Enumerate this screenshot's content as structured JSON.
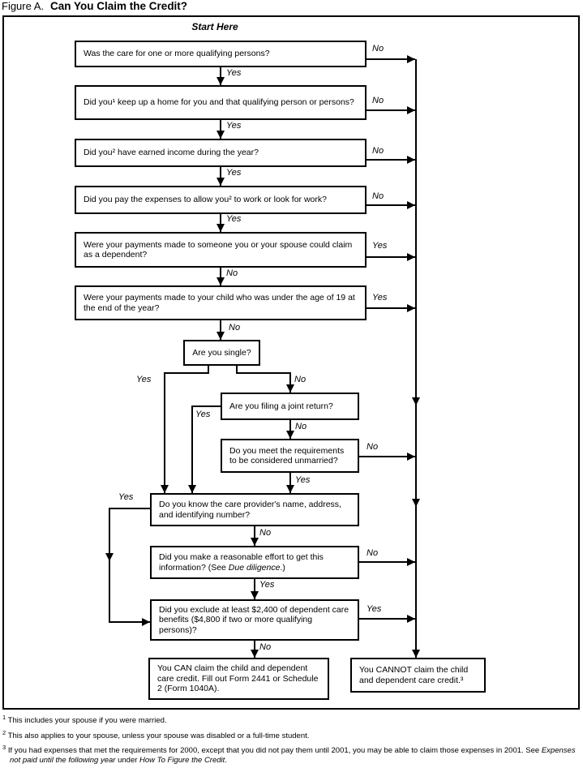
{
  "title": {
    "figure_label": "Figure A.",
    "heading": "Can You Claim the Credit?"
  },
  "start_here": "Start Here",
  "labels": {
    "yes": "Yes",
    "no": "No"
  },
  "boxes": {
    "q_qualifying": "Was the care for one or more qualifying persons?",
    "q_home": "Did you¹ keep up a home for you and that qualifying person or persons?",
    "q_income": "Did you² have earned income during the year?",
    "q_expenses": "Did you pay the expenses to allow you² to work or look for work?",
    "q_dependent": "Were your payments made to someone you or your spouse could claim as a dependent?",
    "q_child": "Were your payments made to your child who was under the age of 19 at the end of the year?",
    "q_single": "Are you single?",
    "q_joint": "Are you filing a joint return?",
    "q_unmarried": "Do you meet the requirements to be considered unmarried?",
    "q_provider": "Do you know the care provider's name, address, and identifying number?",
    "q_effort": {
      "pre": "Did you make a reasonable effort to get this information? (See ",
      "italic": "Due diligence",
      "post": ".)"
    },
    "q_exclude": "Did you exclude at least $2,400 of dependent care benefits ($4,800 if two or more qualifying persons)?",
    "result_can": "You CAN claim the child and dependent care credit. Fill out Form 2441 or Schedule 2 (Form 1040A).",
    "result_cannot": "You CANNOT claim the child and dependent care credit.³"
  },
  "footnotes": [
    {
      "marker": "1",
      "text": "This includes your spouse if you were married."
    },
    {
      "marker": "2",
      "text": "This also applies to your spouse, unless your spouse was disabled or a full-time student."
    },
    {
      "marker": "3",
      "pre": "If you had expenses that met the requirements for 2000, except that you did not pay them until 2001, you may be able to claim those expenses in 2001. See ",
      "italic1": "Expenses not paid until the following year",
      "mid": " under ",
      "italic2": "How To Figure the Credit",
      "post": "."
    }
  ]
}
